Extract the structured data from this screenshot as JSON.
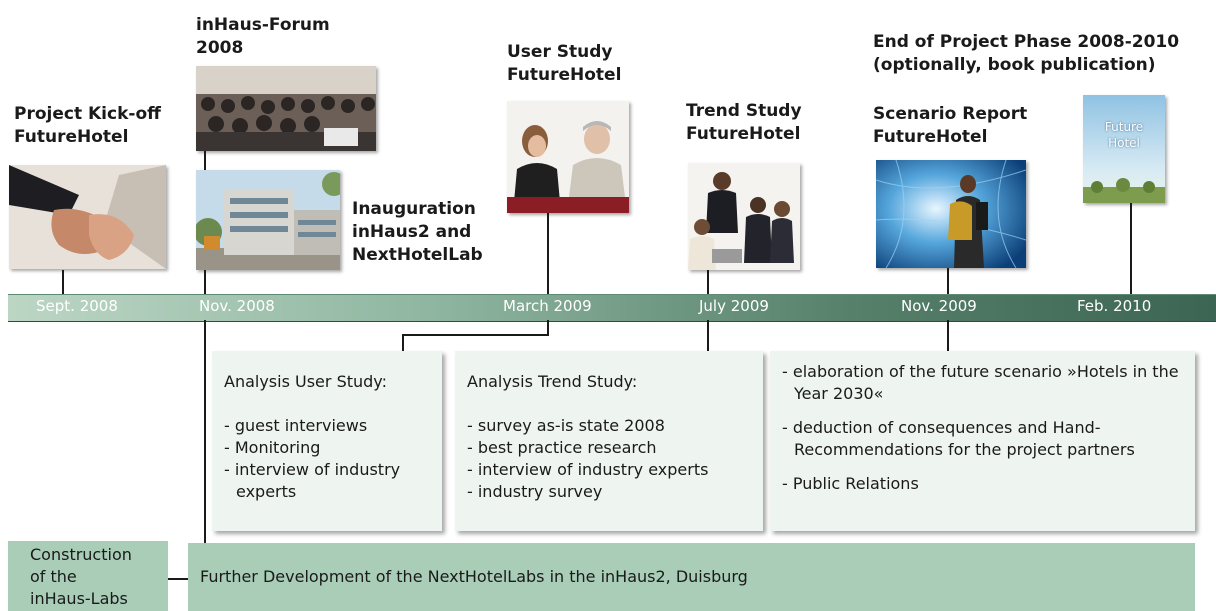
{
  "milestones": {
    "kickoff": "Project Kick-off\nFutureHotel",
    "forum": "inHaus-Forum\n2008",
    "inauguration": "Inauguration\ninHaus2 and\nNextHotelLab",
    "user_study": "User Study\nFutureHotel",
    "trend_study": "Trend Study\nFutureHotel",
    "scenario_report": "Scenario Report\nFutureHotel",
    "end_phase": "End of Project Phase 2008-2010\n(optionally, book publication)"
  },
  "timeline_ticks": [
    "Sept. 2008",
    "Nov. 2008",
    "March 2009",
    "July 2009",
    "Nov. 2009",
    "Feb. 2010"
  ],
  "book_cover_text": "Future\nHotel",
  "boxes": {
    "user_study": {
      "title": "Analysis User Study:",
      "items": [
        "guest interviews",
        "Monitoring",
        "interview of industry experts"
      ]
    },
    "trend_study": {
      "title": "Analysis Trend Study:",
      "items": [
        "survey as-is state 2008",
        "best practice research",
        "interview of industry experts",
        "industry survey"
      ]
    },
    "scenario": {
      "items": [
        "elaboration of the future scenario »Hotels in the Year 2030«",
        "deduction of consequences and Hand-Recommendations for the project partners",
        "Public Relations"
      ]
    }
  },
  "construction_label": "Construction\nof the\ninHaus-Labs",
  "further_development": "Further Development of the NextHotelLabs in the inHaus2, Duisburg"
}
